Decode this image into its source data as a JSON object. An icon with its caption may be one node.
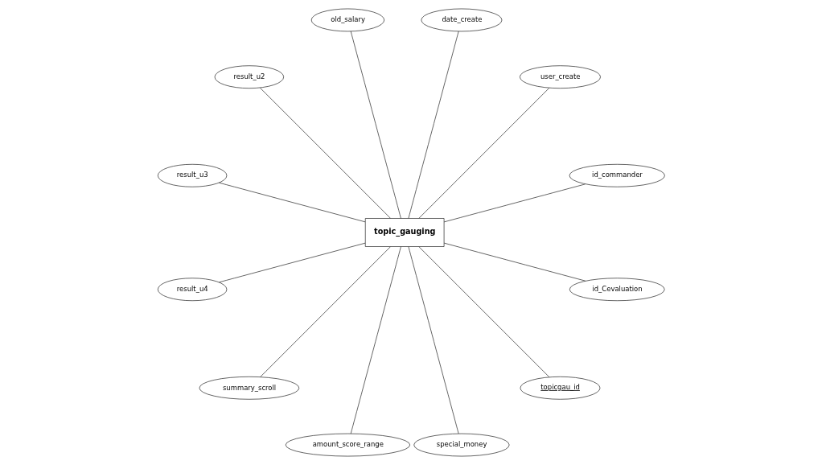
{
  "diagram": {
    "nodes": [
      {
        "text": [
          "topic_gauging"
        ]
      },
      {
        "text": [
          "id_commander"
        ]
      },
      {
        "text": [
          "user_create"
        ]
      },
      {
        "text": [
          "date_create"
        ]
      },
      {
        "text": [
          "old_salary"
        ]
      },
      {
        "text": [
          "result_u2"
        ]
      },
      {
        "text": [
          "result_u3"
        ]
      },
      {
        "text": [
          "result_u4"
        ]
      },
      {
        "text": [
          "summary_scroll"
        ]
      },
      {
        "text": [
          "amount_score_range"
        ]
      },
      {
        "text": [
          "special_money"
        ]
      },
      {
        "text": [
          "topicgau_id"
        ]
      },
      {
        "text": [
          "id_Cevaluation"
        ]
      }
    ],
    "edges": [
      {
        "from": 0,
        "to": 1,
        "arrow": "none"
      },
      {
        "from": 0,
        "to": 2,
        "arrow": "none"
      },
      {
        "from": 0,
        "to": 3,
        "arrow": "none"
      },
      {
        "from": 0,
        "to": 4,
        "arrow": "none"
      },
      {
        "from": 0,
        "to": 5,
        "arrow": "none"
      },
      {
        "from": 0,
        "to": 6,
        "arrow": "none"
      },
      {
        "from": 0,
        "to": 7,
        "arrow": "none"
      },
      {
        "from": 0,
        "to": 8,
        "arrow": "none"
      },
      {
        "from": 0,
        "to": 9,
        "arrow": "none"
      },
      {
        "from": 0,
        "to": 10,
        "arrow": "none"
      },
      {
        "from": 0,
        "to": 11,
        "arrow": "none"
      },
      {
        "from": 0,
        "to": 12,
        "arrow": "none"
      }
    ]
  }
}
